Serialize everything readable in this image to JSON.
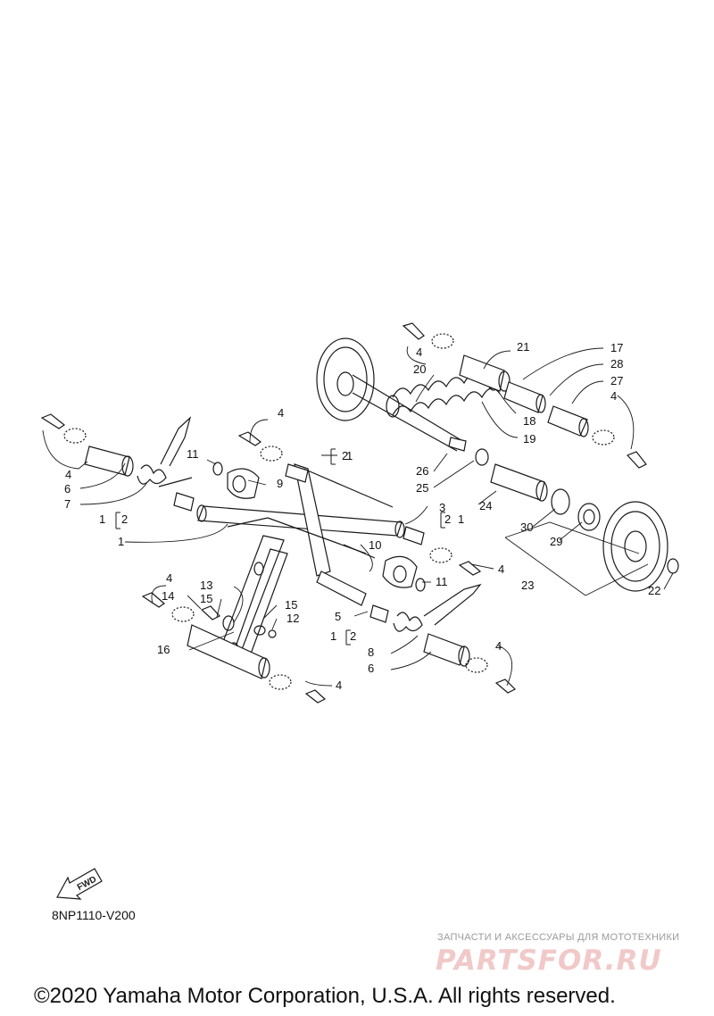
{
  "labels": {
    "l1a": "1",
    "l1b": "1",
    "l1c": "1",
    "l1d": "1",
    "l1e": "1",
    "l2a": "2",
    "l2b": "2",
    "l2c": "2",
    "l2d": "2",
    "l3": "3",
    "l4a": "4",
    "l4b": "4",
    "l4c": "4",
    "l4d": "4",
    "l4e": "4",
    "l4f": "4",
    "l4g": "4",
    "l4h": "4",
    "l5": "5",
    "l6a": "6",
    "l6b": "6",
    "l7": "7",
    "l8": "8",
    "l9": "9",
    "l10": "10",
    "l11a": "11",
    "l11b": "11",
    "l12": "12",
    "l13": "13",
    "l14": "14",
    "l15a": "15",
    "l15b": "15",
    "l16": "16",
    "l17": "17",
    "l18": "18",
    "l19": "19",
    "l20": "20",
    "l21": "21",
    "l22": "22",
    "l23": "23",
    "l24": "24",
    "l25": "25",
    "l26": "26",
    "l27": "27",
    "l28": "28",
    "l29": "29",
    "l30": "30"
  },
  "fwd_label": "FWD",
  "diagram_code": "8NP1110-V200",
  "watermark": {
    "tagline": "ЗАПЧАСТИ И АКСЕССУАРЫ ДЛЯ МОТОТЕХНИКИ",
    "logo": "PARTSFOR.RU"
  },
  "copyright": "©2020 Yamaha Motor Corporation, U.S.A. All rights reserved."
}
